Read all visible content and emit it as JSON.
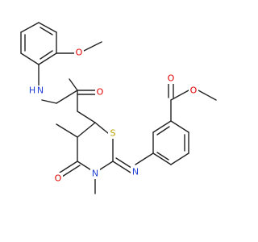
{
  "molecule": {
    "atom_labels": {
      "methoxy_O": "O",
      "methoxy_label": "methoxy",
      "amide_NH": "H",
      "amide_N": "N",
      "amide_O": "O",
      "ring_S": "S",
      "ring_N": "N",
      "imine_N": "N",
      "ketone_O": "O",
      "methyl_label": "methyl",
      "ester_O_carbonyl": "O",
      "ester_O_single": "O",
      "ester_methyl_label": "methyl"
    },
    "colors": {
      "carbon_bond": "#222222",
      "oxygen": "#e00000",
      "nitrogen": "#1f3fd6",
      "sulfur": "#b8a000"
    }
  }
}
